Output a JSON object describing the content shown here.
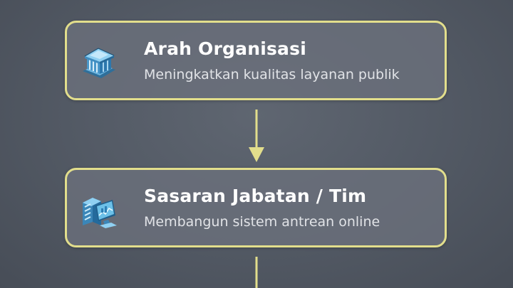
{
  "steps": [
    {
      "title": "Arah Organisasi",
      "subtitle": "Meningkatkan kualitas layanan publik",
      "icon": "government-building-icon"
    },
    {
      "title": "Sasaran Jabatan / Tim",
      "subtitle": "Membangun sistem antrean online",
      "icon": "server-computer-icon"
    }
  ],
  "colors": {
    "border": "#e2de8c",
    "arrow": "#e2de8c",
    "title": "#ffffff",
    "subtitle": "#e1e3e7"
  }
}
